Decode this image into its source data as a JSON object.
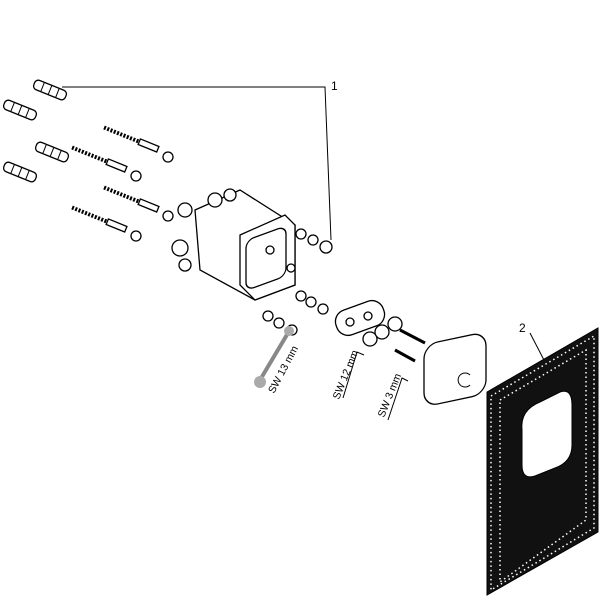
{
  "callouts": {
    "part1": "1",
    "part2": "2"
  },
  "tools": {
    "wrench": "SW 13 mm",
    "hex_key_large": "SW 12 mm",
    "hex_key_small": "SW 3 mm"
  }
}
